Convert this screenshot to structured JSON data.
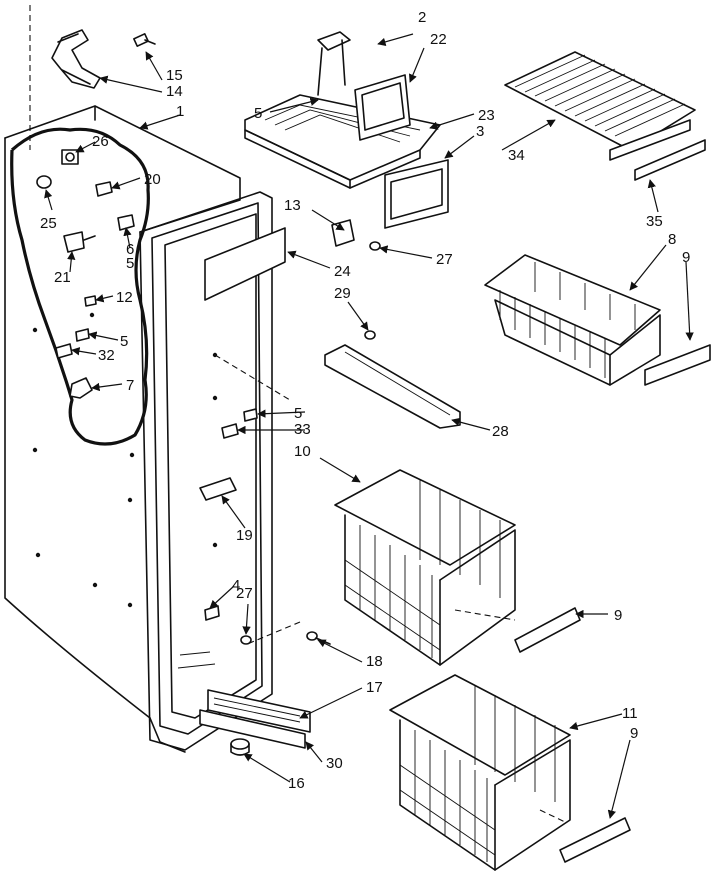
{
  "diagram": {
    "callouts": [
      "1",
      "2",
      "3",
      "4",
      "5",
      "5",
      "5",
      "5",
      "6",
      "7",
      "8",
      "9",
      "9",
      "9",
      "10",
      "11",
      "12",
      "13",
      "14",
      "15",
      "16",
      "17",
      "18",
      "19",
      "20",
      "21",
      "22",
      "23",
      "24",
      "25",
      "26",
      "27",
      "27",
      "28",
      "29",
      "30",
      "32",
      "33",
      "34",
      "35"
    ]
  }
}
